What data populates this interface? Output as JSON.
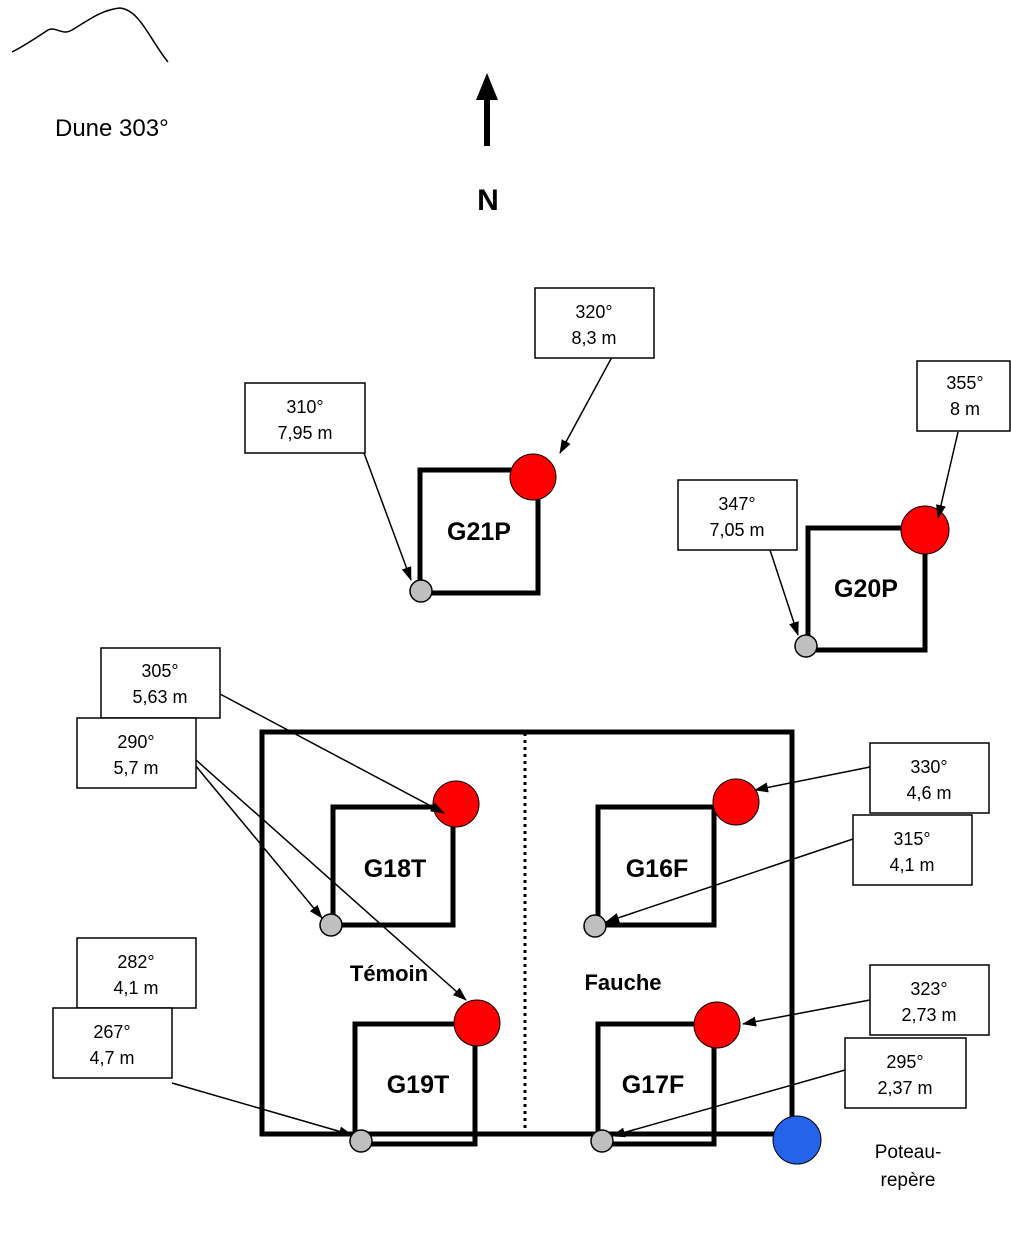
{
  "dune": {
    "label": "Dune 303°"
  },
  "north": {
    "label": "N"
  },
  "zones": {
    "left": "Témoin",
    "right": "Fauche"
  },
  "landmark": {
    "label_line1": "Poteau-",
    "label_line2": "repère",
    "color": "#2563eb"
  },
  "colors": {
    "red_marker": "#ff0000",
    "grey_marker": "#bfbfbf"
  },
  "plots": [
    {
      "id": "g21p",
      "label": "G21P"
    },
    {
      "id": "g20p",
      "label": "G20P"
    },
    {
      "id": "g18t",
      "label": "G18T"
    },
    {
      "id": "g16f",
      "label": "G16F"
    },
    {
      "id": "g19t",
      "label": "G19T"
    },
    {
      "id": "g17f",
      "label": "G17F"
    }
  ],
  "measurements": [
    {
      "id": "g21p-red",
      "angle": "320°",
      "distance": "8,3 m"
    },
    {
      "id": "g21p-grey",
      "angle": "310°",
      "distance": "7,95 m"
    },
    {
      "id": "g20p-red",
      "angle": "355°",
      "distance": "8 m"
    },
    {
      "id": "g20p-grey",
      "angle": "347°",
      "distance": "7,05 m"
    },
    {
      "id": "g18t-red",
      "angle": "305°",
      "distance": "5,63 m"
    },
    {
      "id": "g18t-grey",
      "angle": "290°",
      "distance": "5,7 m"
    },
    {
      "id": "g16f-red",
      "angle": "330°",
      "distance": "4,6 m"
    },
    {
      "id": "g16f-grey",
      "angle": "315°",
      "distance": "4,1 m"
    },
    {
      "id": "g19t-red",
      "angle": "282°",
      "distance": "4,1 m"
    },
    {
      "id": "g19t-grey",
      "angle": "267°",
      "distance": "4,7 m"
    },
    {
      "id": "g17f-red",
      "angle": "323°",
      "distance": "2,73 m"
    },
    {
      "id": "g17f-grey",
      "angle": "295°",
      "distance": "2,37 m"
    }
  ]
}
